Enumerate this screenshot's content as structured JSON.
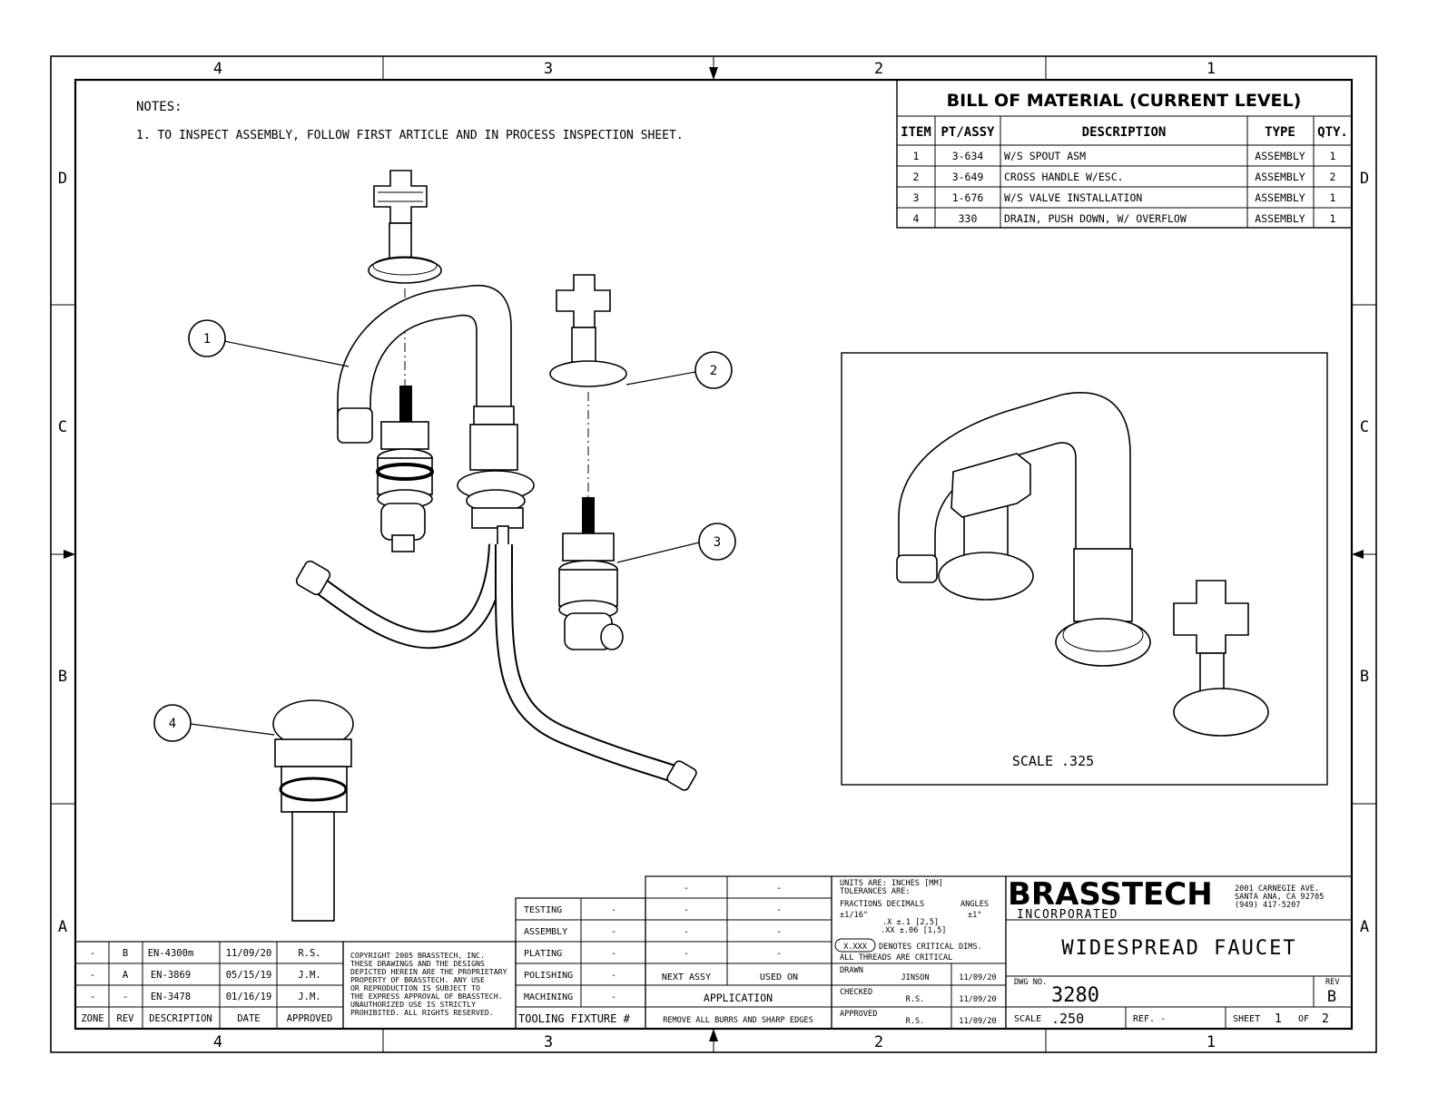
{
  "border": {
    "top_zones": [
      "4",
      "3",
      "2",
      "1"
    ],
    "bottom_zones": [
      "4",
      "3",
      "2",
      "1"
    ],
    "left_zones": [
      "D",
      "C",
      "B",
      "A"
    ],
    "right_zones": [
      "D",
      "C",
      "B",
      "A"
    ]
  },
  "notes": {
    "title": "NOTES:",
    "items": [
      "1.  TO INSPECT ASSEMBLY, FOLLOW FIRST ARTICLE AND IN PROCESS INSPECTION SHEET."
    ]
  },
  "bom": {
    "title": "BILL OF MATERIAL (CURRENT LEVEL)",
    "headers": [
      "ITEM",
      "PT/ASSY",
      "DESCRIPTION",
      "TYPE",
      "QTY."
    ],
    "rows": [
      [
        "1",
        "3-634",
        "W/S SPOUT ASM",
        "ASSEMBLY",
        "1"
      ],
      [
        "2",
        "3-649",
        "CROSS HANDLE W/ESC.",
        "ASSEMBLY",
        "2"
      ],
      [
        "3",
        "1-676",
        "W/S VALVE INSTALLATION",
        "ASSEMBLY",
        "1"
      ],
      [
        "4",
        "330",
        "DRAIN, PUSH DOWN, W/ OVERFLOW",
        "ASSEMBLY",
        "1"
      ]
    ]
  },
  "balloons": [
    "1",
    "2",
    "3",
    "4"
  ],
  "detail_view": {
    "scale_label": "SCALE  .325"
  },
  "revisions": {
    "headers": [
      "ZONE",
      "REV",
      "DESCRIPTION",
      "DATE",
      "APPROVED"
    ],
    "rows": [
      [
        "-",
        "B",
        "EN-4300m",
        "11/09/20",
        "R.S."
      ],
      [
        "-",
        "A",
        "EN-3869",
        "05/15/19",
        "J.M."
      ],
      [
        "-",
        "-",
        "EN-3478",
        "01/16/19",
        "J.M."
      ]
    ]
  },
  "copyright": [
    "COPYRIGHT 2005 BRASSTECH, INC.",
    "THESE DRAWINGS AND THE DESIGNS",
    "DEPICTED HEREIN ARE THE PROPRIETARY",
    "PROPERTY OF BRASSTECH. ANY USE",
    "OR REPRODUCTION IS SUBJECT TO",
    "THE EXPRESS APPROVAL OF BRASSTECH.",
    "UNAUTHORIZED USE IS STRICTLY",
    "PROHIBITED. ALL RIGHTS RESERVED."
  ],
  "process": {
    "rows": [
      [
        "TESTING",
        "-"
      ],
      [
        "ASSEMBLY",
        "-"
      ],
      [
        "PLATING",
        "-"
      ],
      [
        "POLISHING",
        "-"
      ],
      [
        "MACHINING",
        "-"
      ]
    ],
    "tooling": "TOOLING FIXTURE #"
  },
  "application": {
    "rows": [
      [
        "-",
        "-"
      ],
      [
        "-",
        "-"
      ],
      [
        "-",
        "-"
      ],
      [
        "-",
        "-"
      ]
    ],
    "next_assy": "NEXT ASSY",
    "used_on": "USED ON",
    "title": "APPLICATION",
    "note": "REMOVE ALL BURRS AND SHARP EDGES"
  },
  "tolerances": {
    "line1": "UNITS ARE: INCHES  [MM]",
    "line2": "TOLERANCES ARE:",
    "fractions": "FRACTIONS DECIMALS",
    "angles": "ANGLES",
    "frac_val": "±1/16\"",
    "ang_val": "±1°",
    "dec1": ".X  ±.1  [2,5]",
    "dec2": ".XX ±.06  [1,5]",
    "critical_tag": "X.XXX",
    "critical": "DENOTES CRITICAL DIMS.",
    "threads": "ALL THREADS ARE CRITICAL"
  },
  "signoff": [
    {
      "label": "DRAWN",
      "name": "JINSON",
      "date": "11/09/20"
    },
    {
      "label": "CHECKED",
      "name": "R.S.",
      "date": "11/09/20"
    },
    {
      "label": "APPROVED",
      "name": "R.S.",
      "date": "11/09/20"
    }
  ],
  "company": {
    "name": "BRASSTECH",
    "sub": "INCORPORATED",
    "addr1": "2001 CARNEGIE AVE.",
    "addr2": "SANTA ANA, CA 92705",
    "addr3": "(949) 417-5207"
  },
  "title_block": {
    "title": "WIDESPREAD FAUCET",
    "dwg_no_label": "DWG NO.",
    "dwg_no": "3280",
    "rev_label": "REV",
    "rev": "B",
    "scale_label": "SCALE",
    "scale": ".250",
    "ref": "REF. -",
    "sheet_label": "SHEET",
    "sheet": "1",
    "of_label": "OF",
    "of": "2"
  }
}
